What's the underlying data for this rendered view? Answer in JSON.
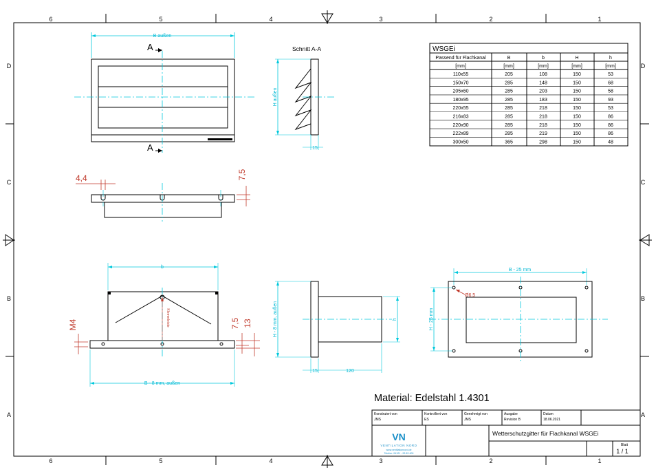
{
  "frame": {
    "col_numbers": [
      "6",
      "5",
      "4",
      "3",
      "2",
      "1"
    ],
    "row_letters": [
      "D",
      "C",
      "B",
      "A"
    ]
  },
  "views": {
    "front_width_label": "B außen",
    "section_marker": "A",
    "section_title": "Schnitt A-A",
    "section_height_label": "H außen",
    "section_depth_label": "15",
    "top_dim_44": "4,4",
    "top_dim_75": "7,5",
    "bottom_width_b": "b",
    "bottom_m4": "M4",
    "bottom_75": "7,5",
    "bottom_13": "13",
    "bottom_width_outer": "B - 8 mm, außen",
    "bottom_vertical_note": "Klemmleiste",
    "side_height_label": "H - 8 mm, außen",
    "side_h_label": "h",
    "side_dim_15": "15",
    "side_dim_120": "120",
    "rear_width_label": "B - 25 mm",
    "rear_height_label": "H - 25 mm",
    "rear_hole_label": "Ø6,5"
  },
  "table": {
    "title": "WSGEi",
    "headers": [
      "Passend für Flachkanal",
      "B",
      "b",
      "H",
      "h"
    ],
    "units": [
      "[mm]",
      "[mm]",
      "[mm]",
      "[mm]",
      "[mm]"
    ],
    "rows": [
      [
        "110x55",
        "205",
        "108",
        "150",
        "53"
      ],
      [
        "150x70",
        "285",
        "148",
        "150",
        "68"
      ],
      [
        "205x60",
        "285",
        "203",
        "150",
        "58"
      ],
      [
        "180x95",
        "285",
        "183",
        "150",
        "93"
      ],
      [
        "220x55",
        "285",
        "218",
        "150",
        "53"
      ],
      [
        "216x83",
        "285",
        "218",
        "150",
        "86"
      ],
      [
        "220x90",
        "285",
        "218",
        "150",
        "86"
      ],
      [
        "222x89",
        "285",
        "219",
        "150",
        "86"
      ],
      [
        "300x50",
        "365",
        "298",
        "150",
        "48"
      ]
    ]
  },
  "material": "Material: Edelstahl 1.4301",
  "title_block": {
    "konstruiert_label": "Konstruiert von",
    "konstruiert_value": "JMS",
    "kontrolliert_label": "Kontrolliert von",
    "kontrolliert_value": "ES",
    "genehmigt_label": "Genehmigt von",
    "genehmigt_value": "JMS",
    "ausgabe_label": "Ausgabe",
    "ausgabe_value": "Revision B",
    "datum_label": "Datum",
    "datum_value": "18.06.2021",
    "drawing_title": "Wetterschutzgitter für Flachkanal WSGEi",
    "blatt_label": "Blatt",
    "blatt_value": "1 / 1",
    "logo_mark": "VN",
    "logo_text": "VENTILATION NORD",
    "logo_contact": "www.ventilationnord.de",
    "logo_phone": "Telefon: 04121 - 93 83 400"
  },
  "colors": {
    "dimension": "#00c8dc",
    "red_dimension": "#c0392b",
    "line": "#000000"
  }
}
